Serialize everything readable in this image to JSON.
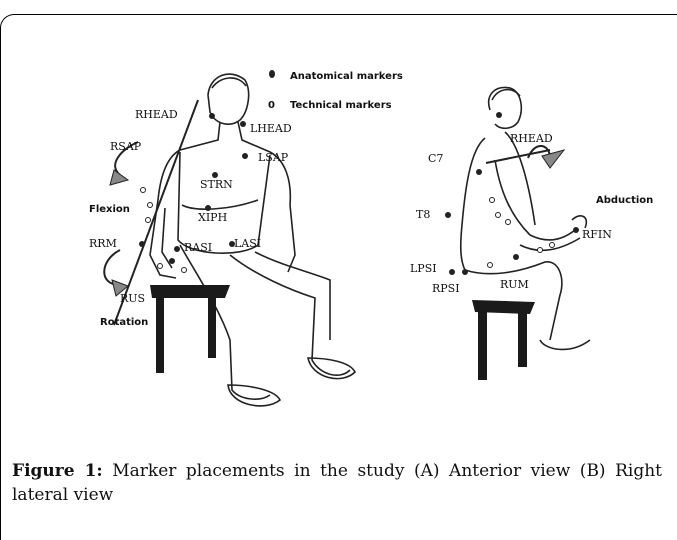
{
  "figure": {
    "legend": {
      "anatomical": "Anatomical markers",
      "technical_symbol": "0",
      "technical": "Technical markers"
    },
    "anterior_labels": {
      "rhead": "RHEAD",
      "lhead": "LHEAD",
      "rsap": "RSAP",
      "lsap": "LSAP",
      "strn": "STRN",
      "xiph": "XIPH",
      "flexion": "Flexion",
      "rrm": "RRM",
      "rasi": "RASI",
      "lasi": "LASI",
      "rus": "RUS",
      "rotation": "Rotation"
    },
    "lateral_labels": {
      "rhead": "RHEAD",
      "c7": "C7",
      "abduction": "Abduction",
      "t8": "T8",
      "rfin": "RFIN",
      "lpsi": "LPSI",
      "rum": "RUM",
      "rpsi": "RPSI"
    }
  },
  "caption": {
    "prefix": "Figure 1:",
    "text": " Marker placements in the study (A) Anterior view (B) Right lateral view"
  }
}
